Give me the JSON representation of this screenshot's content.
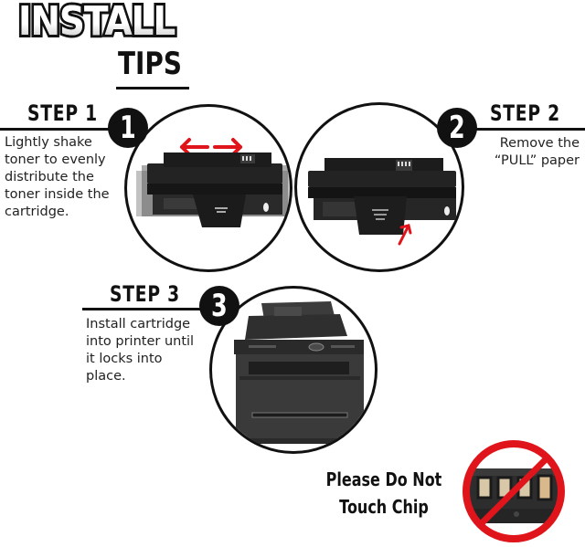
{
  "header": {
    "title_line1": "INSTALL",
    "title_line2": "TIPS"
  },
  "steps": [
    {
      "label": "STEP 1",
      "number": "1",
      "description_lines": [
        "Lightly shake",
        "toner to evenly",
        "distribute the",
        "toner inside the",
        "cartridge."
      ],
      "image": "toner-cartridge-shaking",
      "annotation": "double-headed red arrow (shake left-right)"
    },
    {
      "label": "STEP 2",
      "number": "2",
      "description_lines": [
        "Remove the",
        "“PULL” paper"
      ],
      "image": "toner-cartridge-pull-tab",
      "annotation": "red arrow pointing to PULL tab"
    },
    {
      "label": "STEP 3",
      "number": "3",
      "description_lines": [
        "Install cartridge",
        "into printer until",
        "it locks into",
        "place."
      ],
      "image": "laser-printer"
    }
  ],
  "warning": {
    "line1": "Please Do Not",
    "line2": "Touch Chip",
    "icon": "no-touch-chip-prohibition-sign"
  },
  "colors": {
    "ink": "#111111",
    "accent_red": "#e0141b",
    "background": "#ffffff",
    "chip_gold": "#d9b98c"
  }
}
